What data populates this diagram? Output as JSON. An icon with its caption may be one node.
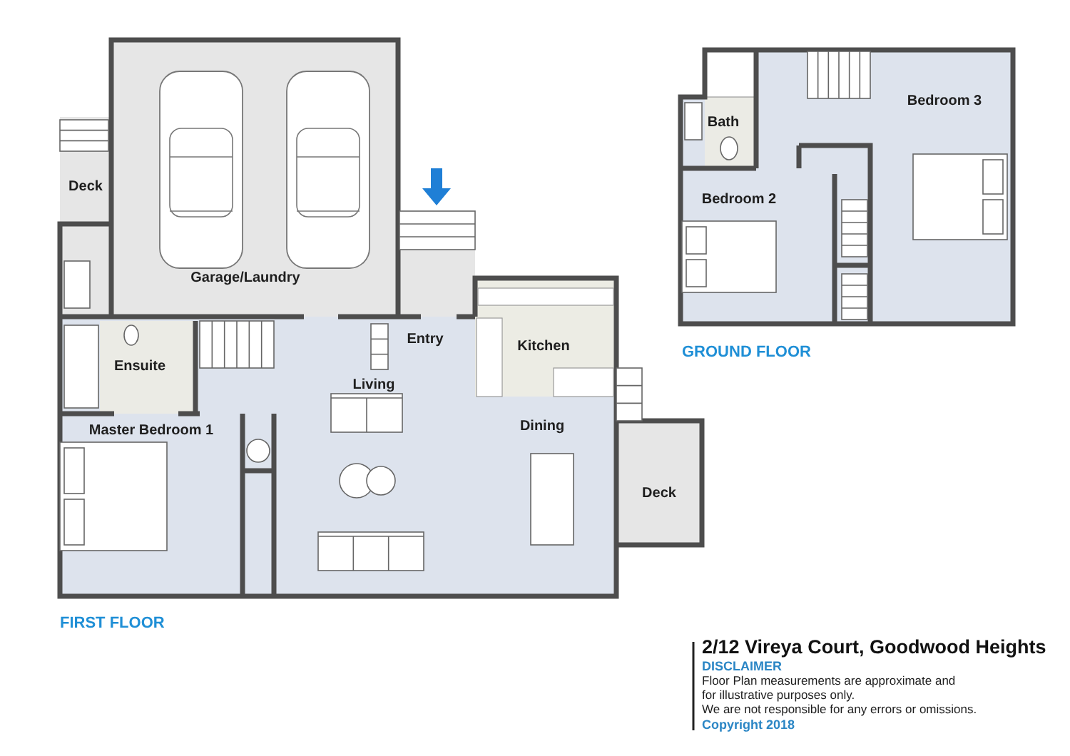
{
  "diagram": {
    "title": "2/12 Vireya Court, Goodwood Heights",
    "labels": [
      "Deck",
      "Garage/Laundry",
      "Entry",
      "Kitchen",
      "Ensuite",
      "Living",
      "Master Bedroom 1",
      "Dining",
      "Deck",
      "FIRST FLOOR",
      "Bedroom 3",
      "Bath",
      "Bedroom 2",
      "GROUND FLOOR",
      "DISCLAIMER",
      "Floor Plan measurements are approximate and for illustrative purposes only.",
      "We are not responsible for any errors or omissions.",
      "Copyright 2018"
    ]
  }
}
